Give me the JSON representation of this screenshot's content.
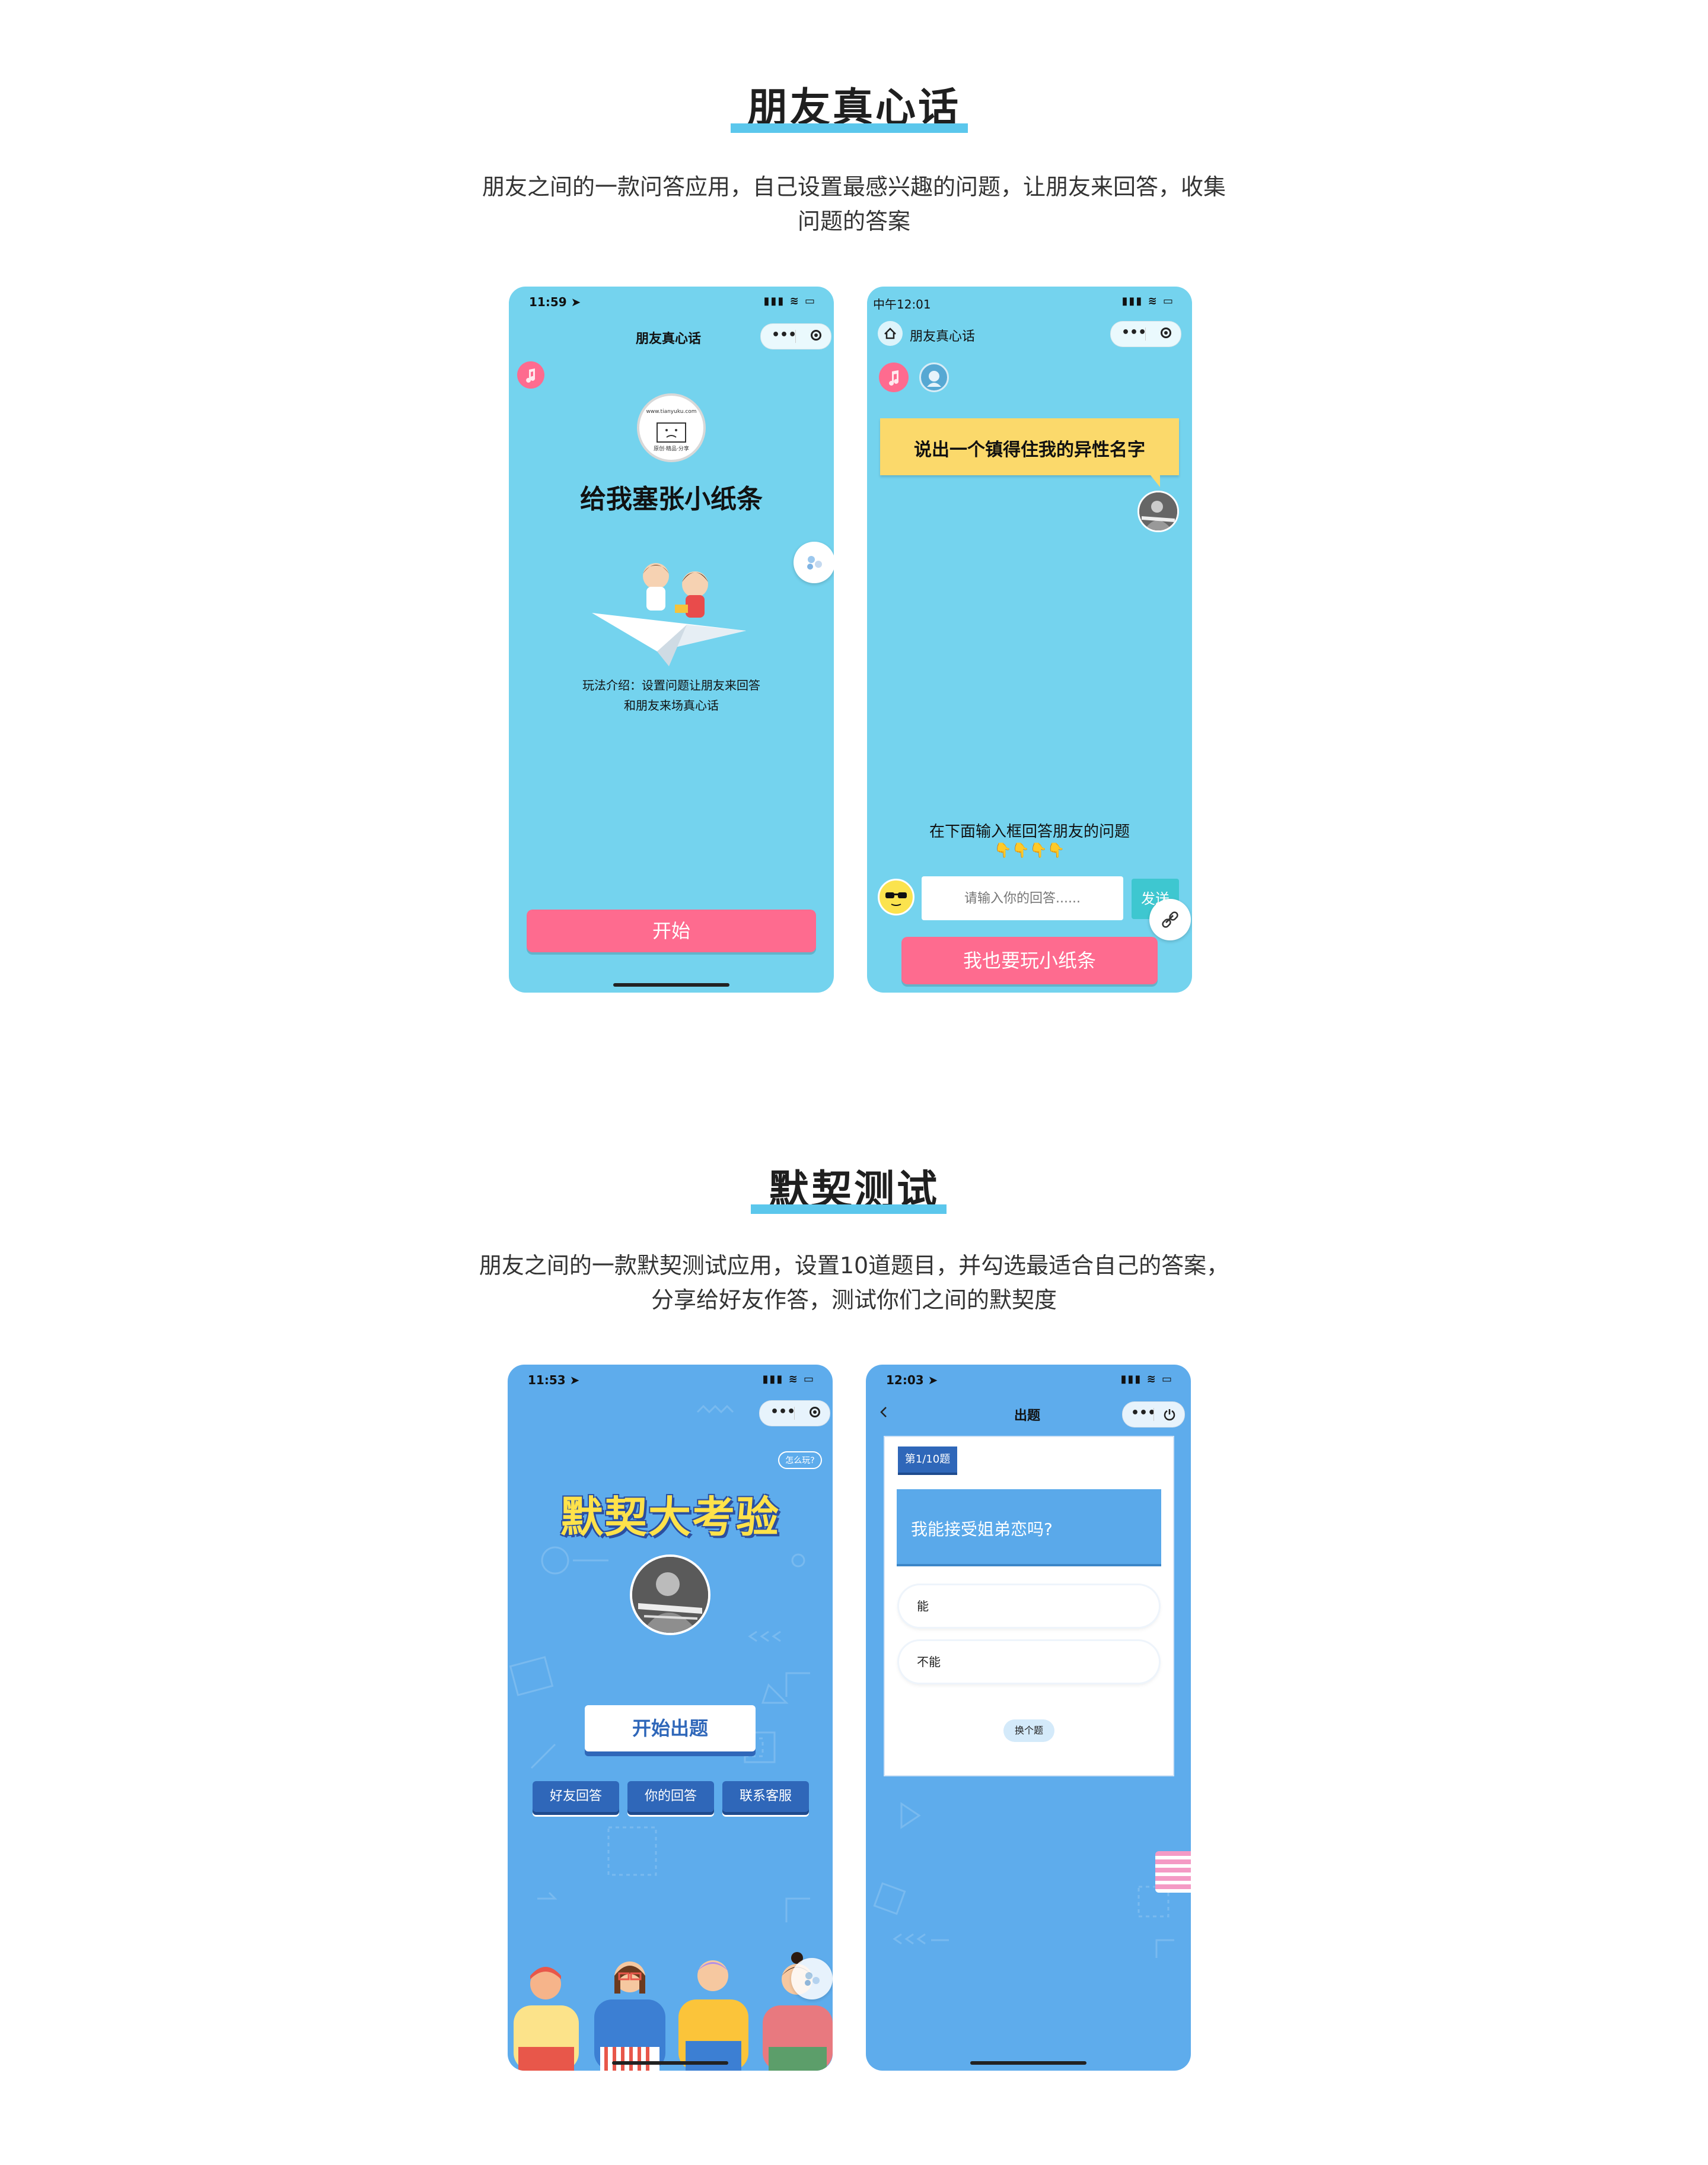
{
  "sections": [
    {
      "title": "朋友真心话",
      "desc_line1": "朋友之间的一款问答应用，自己设置最感兴趣的问题，让朋友来回答，收集",
      "desc_line2": "问题的答案"
    },
    {
      "title": "默契测试",
      "desc_line1": "朋友之间的一款默契测试应用，设置10道题目，并勾选最适合自己的答案，",
      "desc_line2": "分享给好友作答，测试你们之间的默契度"
    }
  ],
  "phone1": {
    "time": "11:59 ➤",
    "signal": "▮▮▮ ≋ ▭",
    "nav_title": "朋友真心话",
    "logo_line1": "www.tianyuku.com",
    "logo_line2": "原创·精品·分享",
    "heading": "给我塞张小纸条",
    "intro_line1": "玩法介绍：设置问题让朋友来回答",
    "intro_line2": "和朋友来场真心话",
    "start_button": "开始"
  },
  "phone2": {
    "time": "中午12:01",
    "signal": "▮▮▮ ≋ ▭",
    "nav_title": "朋友真心话",
    "question": "说出一个镇得住我的异性名字",
    "hint": "在下面输入框回答朋友的问题",
    "hands": "👇👇👇👇",
    "input_placeholder": "请输入你的回答......",
    "send_button": "发送",
    "play_button": "我也要玩小纸条"
  },
  "phone3": {
    "time": "11:53 ➤",
    "signal": "▮▮▮ ≋ ▭",
    "how_to": "怎么玩?",
    "logo_text": "默契大考验",
    "start_button": "开始出题",
    "btn_friends": "好友回答",
    "btn_yours": "你的回答",
    "btn_service": "联系客服"
  },
  "phone4": {
    "time": "12:03 ➤",
    "signal": "▮▮▮ ≋ ▭",
    "nav_title": "出题",
    "question_no": "第1/10题",
    "question": "我能接受姐弟恋吗?",
    "option1": "能",
    "option2": "不能",
    "change_button": "换个题"
  },
  "colors": {
    "cyan_bg": "#74d3ee",
    "blue_bg": "#5eacec",
    "pink": "#fe6b8f",
    "yellow": "#fbd96b",
    "dark_blue": "#2f67b9",
    "title_underline": "#5bc7ec"
  }
}
